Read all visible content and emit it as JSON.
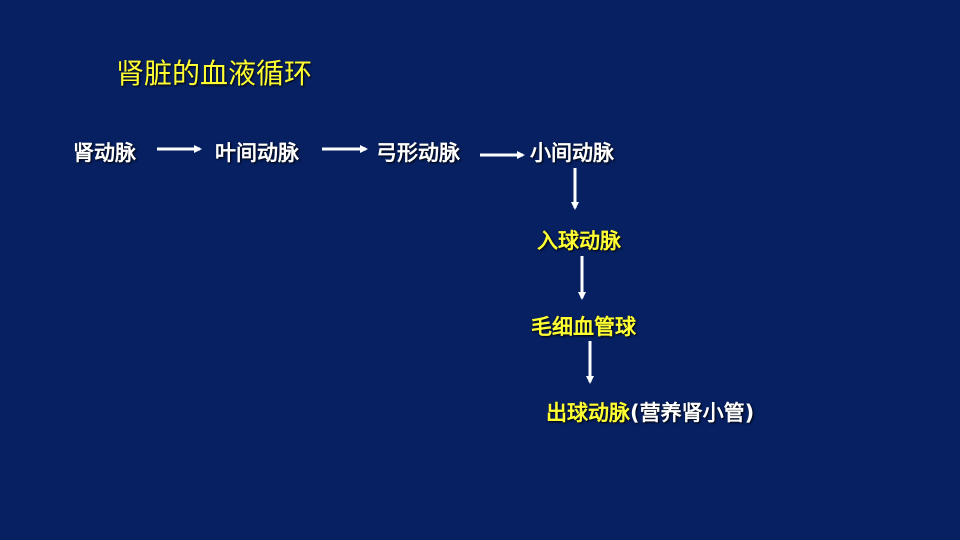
{
  "title": "肾脏的血液循环",
  "flow_row": [
    "肾动脉",
    "叶间动脉",
    "弓形动脉",
    "小间动脉"
  ],
  "flow_column": [
    "入球动脉",
    "毛细血管球"
  ],
  "final": {
    "label": "出球动脉",
    "note": "(营养肾小管)"
  },
  "colors": {
    "background": "#062062",
    "highlight": "#ffff33",
    "text": "#ffffff"
  }
}
